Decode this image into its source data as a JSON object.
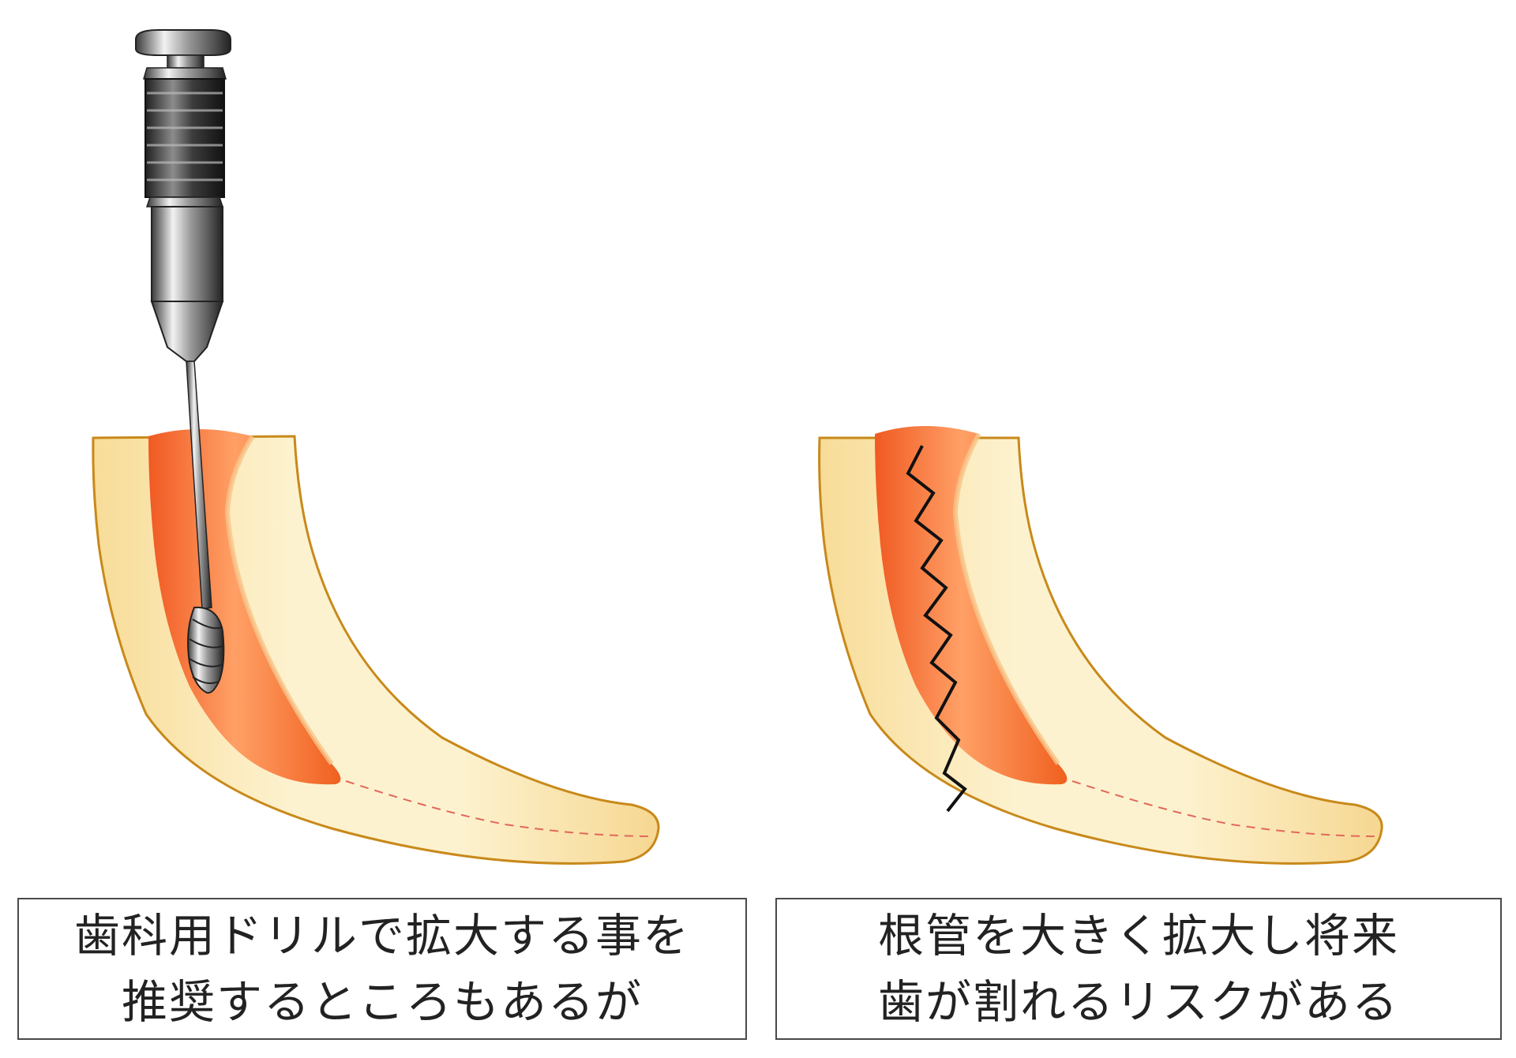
{
  "colors": {
    "dentin": "#fbe9bd",
    "dentin_outline": "#c8891a",
    "pulp": "#f26a2e",
    "pulp_highlight": "#ffb27a",
    "crack_line": "#111111",
    "dashed_canal": "#e2685a",
    "caption_border": "#4a4a4a"
  },
  "icons": {
    "drill": "dental-drill-icon",
    "crack": "crack-zigzag-icon"
  },
  "captions": {
    "left": {
      "line1": "歯科用ドリルで拡大する事を",
      "line2": "推奨するところもあるが"
    },
    "right": {
      "line1": "根管を大きく拡大し将来",
      "line2": "歯が割れるリスクがある"
    }
  }
}
